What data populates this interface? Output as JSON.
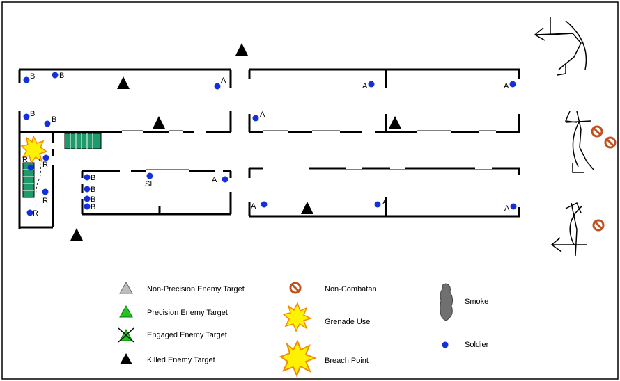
{
  "soldier_labels": {
    "b": "B",
    "a": "A",
    "r": "R",
    "sl": "SL"
  },
  "legend": {
    "non_precision": "Non-Precision Enemy Target",
    "precision": "Precision Enemy Target",
    "engaged": "Engaged Enemy Target",
    "killed": "Killed Enemy Target",
    "non_combatant": "Non-Combatan",
    "grenade": "Grenade Use",
    "breach": "Breach Point",
    "smoke": "Smoke",
    "soldier": "Soldier"
  },
  "colors": {
    "frame": "#000000",
    "wall": "#000000",
    "soldier": "#1530d8",
    "stairs": "#1f9a6a",
    "explosion_fill": "#fff200",
    "explosion_stroke": "#f28c00",
    "non_combatant": "#c0501e",
    "smoke": "#707070",
    "precision": "#22c422",
    "non_precision": "#bdbdbd"
  }
}
